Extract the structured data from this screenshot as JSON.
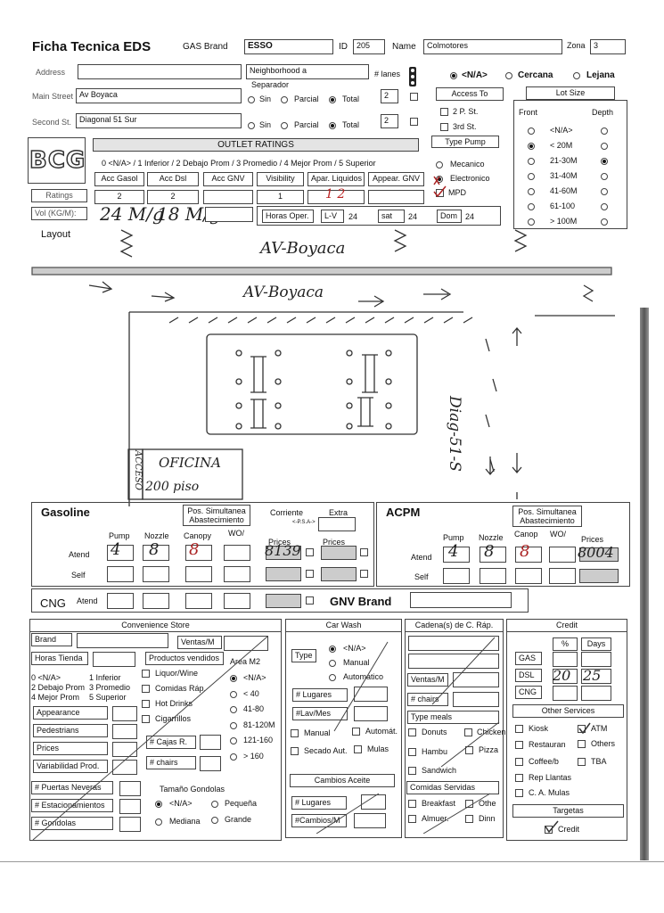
{
  "header": {
    "title": "Ficha Tecnica EDS",
    "gas_brand_label": "GAS Brand",
    "gas_brand": "ESSO",
    "id_label": "ID",
    "id": "205",
    "name_label": "Name",
    "name": "Colmotores",
    "zona_label": "Zona",
    "zona": "3"
  },
  "address": {
    "address_label": "Address",
    "main_label": "Main Street",
    "main_value": "Av Boyaca",
    "second_label": "Second St.",
    "second_value": "Diagonal 51 Sur",
    "neighborhood_label": "Neighborhood a",
    "separador_label": "Separador",
    "sin": "Sin",
    "parcial": "Parcial",
    "total": "Total",
    "lanes_label": "# lanes",
    "lanes_main": "2",
    "lanes_second": "2"
  },
  "proximity": {
    "na": "<N/A>",
    "cercana": "Cercana",
    "lejana": "Lejana"
  },
  "access": {
    "title": "Access To",
    "p2": "2 P. St.",
    "p3": "3rd St.",
    "type_pump": "Type Pump",
    "mecanico": "Mecanico",
    "electronico": "Electronico",
    "mpd": "MPD"
  },
  "lot": {
    "title": "Lot Size",
    "front": "Front",
    "depth": "Depth",
    "options": [
      "<N/A>",
      "< 20M",
      "21-30M",
      "31-40M",
      "41-60M",
      "61-100",
      "> 100M"
    ]
  },
  "bcg": "BCG",
  "outlet": {
    "title": "OUTLET RATINGS",
    "scale": "0 <N/A> / 1 Inferior / 2 Debajo Prom / 3 Promedio / 4 Mejor Prom / 5 Superior",
    "cols": [
      "Acc Gasol",
      "Acc Dsl",
      "Acc GNV",
      "Visibility",
      "Apar. Liquidos",
      "Appear. GNV"
    ],
    "ratings_label": "Ratings",
    "ratings": [
      "2",
      "2",
      "",
      "1",
      "",
      "",
      ""
    ],
    "vol_label": "Vol (KG/M):",
    "vol1": "24 M/g",
    "vol2": "18 M/g",
    "horas_label": "Horas Oper.",
    "lv_label": "L-V",
    "lv": "24",
    "sat_label": "sat",
    "sat": "24",
    "dom_label": "Dom",
    "dom": "24",
    "handwritten_rating": "1 2"
  },
  "layout": {
    "label": "Layout",
    "road1": "AV-Boyaca",
    "road2": "AV-Boyaca",
    "diag": "Diag-51-S",
    "oficina": "OFICINA",
    "piso": "200 piso",
    "acceso": "ACCESO"
  },
  "gasoline": {
    "title": "Gasoline",
    "pos": "Pos. Simultanea Abastecimiento",
    "pump": "Pump",
    "nozzle": "Nozzle",
    "canopy": "Canopy",
    "wo": "WO/",
    "corriente": "Corriente",
    "psa": "<-P.S.A->",
    "extra": "Extra",
    "prices": "Prices",
    "prices2": "Prices",
    "atend": "Atend",
    "self": "Self",
    "pump_v": "4",
    "nozzle_v": "8",
    "canopy_v": "8",
    "price_v": "8139"
  },
  "acpm": {
    "title": "ACPM",
    "pos": "Pos. Simultanea Abastecimiento",
    "pump": "Pump",
    "nozzle": "Nozzle",
    "canop": "Canop",
    "wo": "WO/",
    "prices": "Prices",
    "atend": "Atend",
    "self": "Self",
    "pump_v": "4",
    "nozzle_v": "8",
    "canop_v": "8",
    "price_v": "8004"
  },
  "cng": {
    "title": "CNG",
    "atend": "Atend",
    "gnv_brand": "GNV Brand"
  },
  "store": {
    "title": "Convenience Store",
    "brand": "Brand",
    "ventas": "Ventas/M",
    "horas": "Horas Tienda",
    "productos": "Productos vendidos",
    "scale_a": "0 <N/A>",
    "scale_b": "1 Inferior",
    "scale_c": "2 Debajo Prom",
    "scale_d": "3 Promedio",
    "scale_e": "4 Mejor Prom",
    "scale_f": "5 Superior",
    "items": [
      "Liquor/Wine",
      "Comidas Ráp.",
      "Hot Drinks",
      "Cigarrillos"
    ],
    "area": "Area M2",
    "areas": [
      "<N/A>",
      "< 40",
      "41-80",
      "81-120M",
      "121-160",
      "> 160"
    ],
    "appearance": "Appearance",
    "pedestrians": "Pedestrians",
    "prices": "Prices",
    "variabilidad": "Variabilidad Prod.",
    "cajas": "# Cajas R.",
    "chairs": "# chairs",
    "neveras": "# Puertas Neveras",
    "estacionamientos": "# Estacionamientos",
    "gondolas": "# Gondolas",
    "tamano": "Tamaño Gondolas",
    "g_na": "<N/A>",
    "pequena": "Pequeña",
    "mediana": "Mediana",
    "grande": "Grande"
  },
  "carwash": {
    "title": "Car Wash",
    "type": "Type",
    "na": "<N/A>",
    "manual": "Manual",
    "automatico": "Automatico",
    "lugares": "# Lugares",
    "lav": "#Lav/Mes",
    "manual2": "Manual",
    "automat": "Automát.",
    "secado": "Secado Aut.",
    "mulas": "Mulas",
    "cambios": "Cambios Aceite",
    "lugares2": "# Lugares",
    "cambiosm": "#Cambios/M"
  },
  "cadena": {
    "title": "Cadena(s) de C. Ráp.",
    "ventas": "Ventas/M",
    "chairs": "# chairs",
    "type_meals": "Type meals",
    "donuts": "Donuts",
    "chicken": "Chicken",
    "hambu": "Hambu",
    "pizza": "Pizza",
    "sandwich": "Sandwich",
    "comidas": "Comidas Servidas",
    "breakfast": "Breakfast",
    "othe": "Othe",
    "almuer": "Almuer.",
    "dinn": "Dinn"
  },
  "credit": {
    "title": "Credit",
    "pct": "%",
    "days": "Days",
    "gas": "GAS",
    "dsl": "DSL",
    "cng": "CNG",
    "dsl_pct": "20",
    "dsl_days": "25",
    "other": "Other Services",
    "kiosk": "Kiosk",
    "atm": "ATM",
    "restauran": "Restauran",
    "others": "Others",
    "coffee": "Coffee/b",
    "tba": "TBA",
    "rep": "Rep Llantas",
    "mulas": "C. A. Mulas",
    "targetas": "Targetas",
    "credit2": "Credit"
  }
}
